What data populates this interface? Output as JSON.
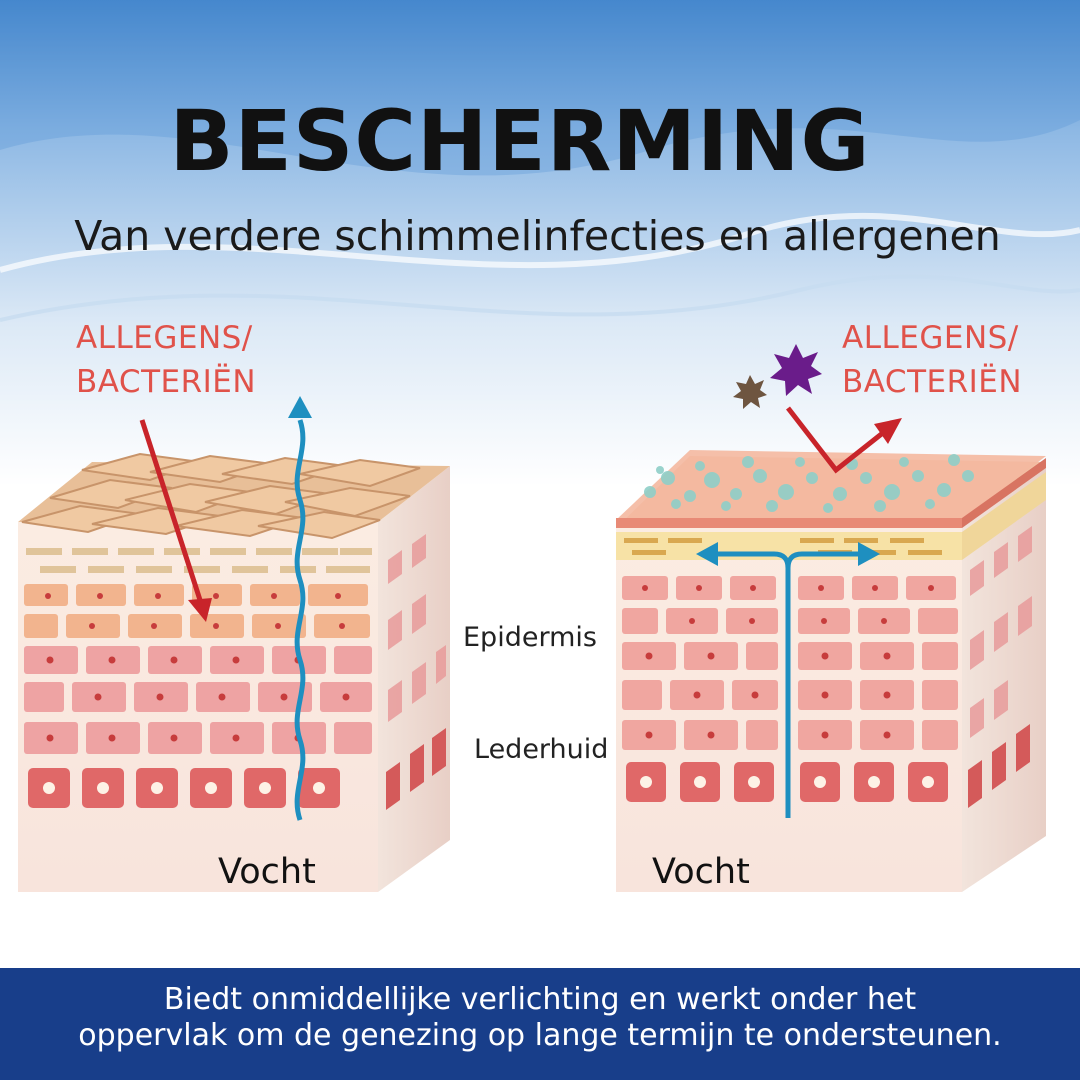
{
  "header": {
    "title": "BESCHERMING",
    "subtitle": "Van verdere schimmelinfecties en allergenen"
  },
  "left_diagram": {
    "label_line1": "ALLEGENS/",
    "label_line2": "BACTERIËN",
    "bottom_label": "Vocht"
  },
  "right_diagram": {
    "label_line1": "ALLEGENS/",
    "label_line2": "BACTERIËN",
    "bottom_label": "Vocht"
  },
  "layers": {
    "epidermis": "Epidermis",
    "dermis": "Lederhuid"
  },
  "footer": {
    "line1": "Biedt onmiddellijke verlichting en werkt onder het",
    "line2": "oppervlak om de genezing op lange termijn te ondersteunen."
  },
  "colors": {
    "accent_red": "#e0524a",
    "arrow_red": "#c8242a",
    "arrow_blue": "#1e8fc0",
    "footer_bg": "#183e8a",
    "germ_purple": "#6a1c8a",
    "germ_brown": "#6e5540"
  }
}
